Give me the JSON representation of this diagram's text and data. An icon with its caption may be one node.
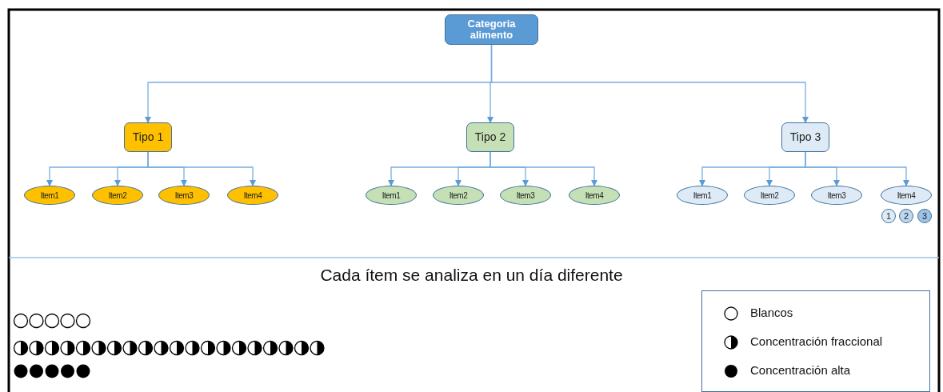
{
  "diagram": {
    "nodes": [
      {
        "text": [
          "Categoria alimento"
        ]
      },
      {
        "text": [
          "Tipo 1"
        ]
      },
      {
        "text": [
          "Item1"
        ]
      },
      {
        "text": [
          "Item2"
        ]
      },
      {
        "text": [
          "Item3"
        ]
      },
      {
        "text": [
          "Item4"
        ]
      },
      {
        "text": [
          "Tipo 2"
        ]
      },
      {
        "text": [
          "Item1"
        ]
      },
      {
        "text": [
          "Item2"
        ]
      },
      {
        "text": [
          "Item3"
        ]
      },
      {
        "text": [
          "Item4"
        ]
      },
      {
        "text": [
          "Tipo 3"
        ]
      },
      {
        "text": [
          "Item1"
        ]
      },
      {
        "text": [
          "Item2"
        ]
      },
      {
        "text": [
          "Item3"
        ]
      },
      {
        "text": [
          "Item4"
        ]
      },
      {
        "text": [
          "1"
        ]
      },
      {
        "text": [
          "2"
        ]
      },
      {
        "text": [
          "3"
        ]
      }
    ],
    "edges": [
      {
        "from": 0,
        "to": 1,
        "arrow": "to"
      },
      {
        "from": 0,
        "to": 6,
        "arrow": "to"
      },
      {
        "from": 0,
        "to": 11,
        "arrow": "to"
      },
      {
        "from": 1,
        "to": 2,
        "arrow": "to"
      },
      {
        "from": 1,
        "to": 3,
        "arrow": "to"
      },
      {
        "from": 1,
        "to": 4,
        "arrow": "to"
      },
      {
        "from": 1,
        "to": 5,
        "arrow": "to"
      },
      {
        "from": 6,
        "to": 7,
        "arrow": "to"
      },
      {
        "from": 6,
        "to": 8,
        "arrow": "to"
      },
      {
        "from": 6,
        "to": 9,
        "arrow": "to"
      },
      {
        "from": 6,
        "to": 10,
        "arrow": "to"
      },
      {
        "from": 11,
        "to": 12,
        "arrow": "to"
      },
      {
        "from": 11,
        "to": 13,
        "arrow": "to"
      },
      {
        "from": 11,
        "to": 14,
        "arrow": "to"
      },
      {
        "from": 11,
        "to": 15,
        "arrow": "to"
      }
    ],
    "labels": [
      "Cada ítem se analiza en un día diferente"
    ],
    "legend": [
      {
        "text": "Blancos"
      },
      {
        "text": "Concentración fraccional"
      },
      {
        "text": "Concentración alta"
      }
    ]
  }
}
